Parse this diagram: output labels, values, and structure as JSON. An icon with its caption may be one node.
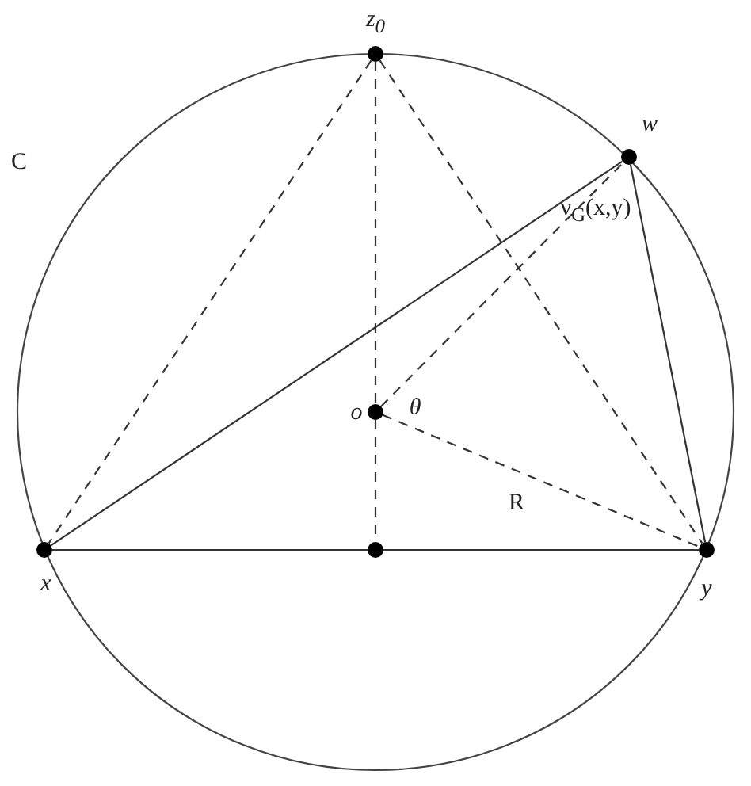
{
  "diagram": {
    "nodes": [
      {
        "text": [],
        "shape": "circle",
        "beside": [
          "z$_{0}$"
        ]
      },
      {
        "text": [],
        "shape": "circle",
        "beside": [
          "w"
        ]
      },
      {
        "text": [],
        "shape": "circle",
        "beside": [
          "o"
        ]
      },
      {
        "text": [],
        "shape": "circle",
        "beside": [
          "x"
        ]
      },
      {
        "text": [],
        "shape": "circle"
      },
      {
        "text": [],
        "shape": "circle",
        "beside": [
          "y"
        ]
      }
    ],
    "edges": [
      {
        "from": 3,
        "to": 1,
        "arrow": "none"
      },
      {
        "from": 3,
        "to": 5,
        "arrow": "none"
      },
      {
        "from": 1,
        "to": 5,
        "arrow": "none"
      },
      {
        "from": 0,
        "to": 3,
        "arrow": "none",
        "style": "dashed"
      },
      {
        "from": 0,
        "to": 5,
        "arrow": "none",
        "style": "dashed"
      },
      {
        "from": 0,
        "to": 2,
        "arrow": "none",
        "style": "dashed"
      },
      {
        "from": 2,
        "to": 4,
        "arrow": "none",
        "style": "dashed"
      },
      {
        "from": 2,
        "to": 1,
        "arrow": "none",
        "style": "dashed"
      },
      {
        "from": 2,
        "to": 5,
        "arrow": "none",
        "style": "dashed"
      }
    ],
    "labels": [
      "C",
      "ν$_{G}$(x,y)",
      "θ",
      "R"
    ]
  }
}
